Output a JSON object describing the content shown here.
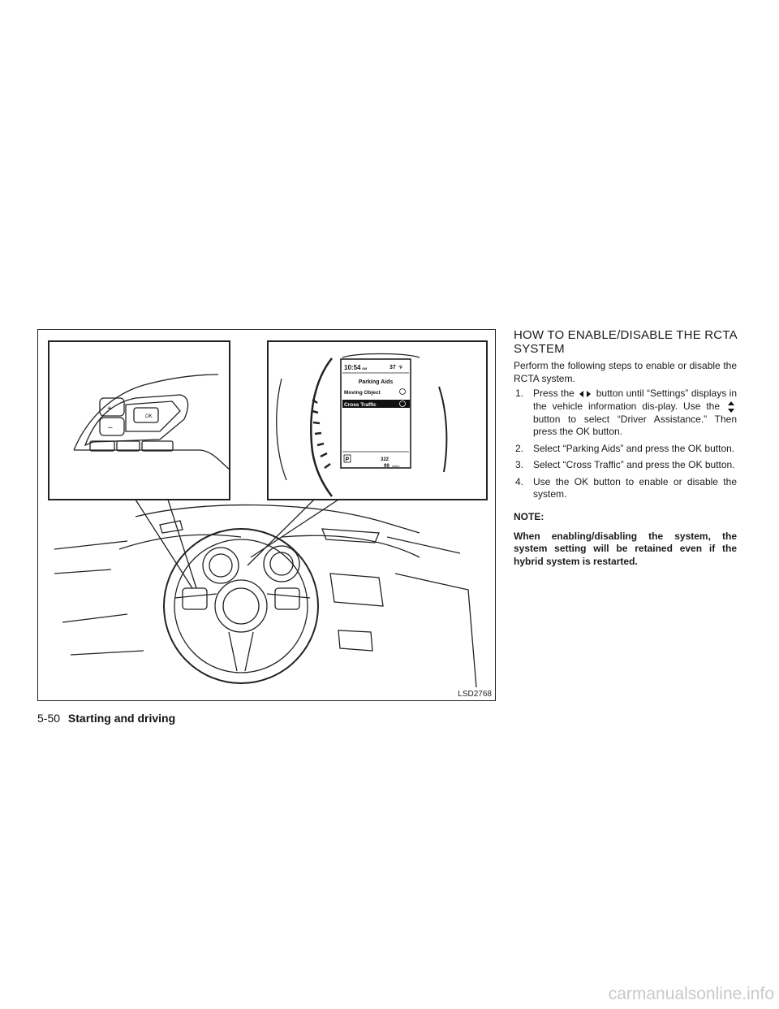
{
  "figure": {
    "code": "LSD2768",
    "display": {
      "time": "10:54",
      "ampm": "AM",
      "temp": "37",
      "temp_unit": "°F",
      "title": "Parking Aids",
      "item1": "Moving Object",
      "item2": "Cross Traffic",
      "gear": "P",
      "range": "322",
      "odo": "99",
      "odo_unit": "miles"
    },
    "switch_ok_label": "OK"
  },
  "section": {
    "heading": "HOW TO ENABLE/DISABLE THE RCTA SYSTEM",
    "intro": "Perform the following steps to enable or disable the RCTA system.",
    "steps": [
      {
        "num": "1.",
        "a": "Press the",
        "b": "button until “Settings” displays in the vehicle information dis-play. Use the",
        "c": "button to select “Driver Assistance.” Then press the OK button."
      },
      {
        "num": "2.",
        "text": "Select “Parking Aids” and press the OK button."
      },
      {
        "num": "3.",
        "text": "Select “Cross Traffic” and press the OK button."
      },
      {
        "num": "4.",
        "text": "Use the OK button to enable or disable the system."
      }
    ],
    "note_heading": "NOTE:",
    "note_text": "When enabling/disabling the system, the system setting will be retained even if the hybrid system is restarted."
  },
  "footer": {
    "page": "5-50",
    "section": "Starting and driving"
  },
  "watermark": "carmanualsonline.info"
}
